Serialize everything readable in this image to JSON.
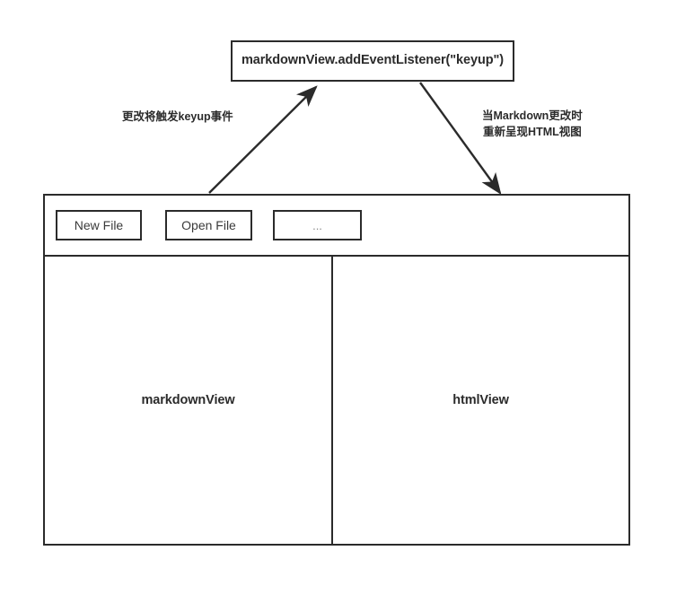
{
  "diagram": {
    "title_box": {
      "label": "markdownView.addEventListener(\"keyup\")"
    },
    "edges": [
      {
        "name": "keyup-event-edge",
        "label_line1": "更改将触发keyup事件",
        "direction": "app-window-to-event-listener"
      },
      {
        "name": "rerender-html-edge",
        "label_line1": "当Markdown更改时",
        "label_line2": "重新呈现HTML视图",
        "direction": "event-listener-to-app-window"
      }
    ],
    "app_window": {
      "name": "electron-app-window",
      "toolbar": {
        "buttons": [
          {
            "name": "new-file-button",
            "label": "New File"
          },
          {
            "name": "open-file-button",
            "label": "Open File"
          },
          {
            "name": "more-options-button",
            "label": "..."
          }
        ]
      },
      "panes": [
        {
          "name": "markdown-view-pane",
          "label": "markdownView"
        },
        {
          "name": "html-view-pane",
          "label": "htmlView"
        }
      ]
    }
  },
  "colors": {
    "stroke": "#2b2b2b",
    "background": "#ffffff",
    "button_text": "#3a3a3a",
    "muted_text": "#8a8a8a"
  }
}
